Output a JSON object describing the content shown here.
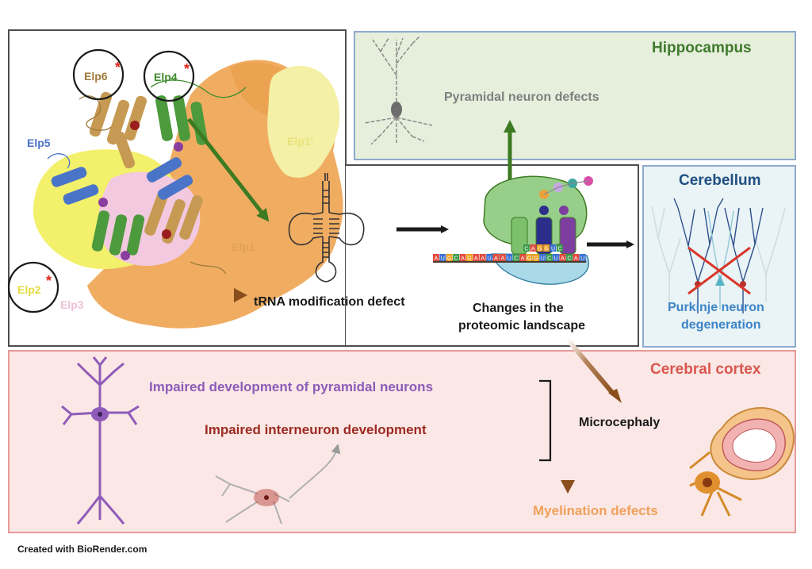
{
  "colors": {
    "hippocampus_bg": "#e6efdc",
    "hippocampus_border": "#8fa9cf",
    "hippocampus_title": "#3f7a2c",
    "cerebellum_bg": "#eaf3f5",
    "cerebellum_border": "#8fa9cf",
    "cerebellum_title": "#1f4f82",
    "purkinje_text": "#3b84c7",
    "cortex_bg": "#fbe7e6",
    "cortex_border": "#e59a98",
    "cortex_title": "#d9574f",
    "pyramidal_dev_text": "#8e5cb8",
    "interneuron_text": "#9c2b21",
    "myelination_text": "#f0a15a",
    "elp_orange": "#f0ad62",
    "elp_yellow": "#f3f06b",
    "elp_pink": "#f2c9de",
    "elp_green": "#4c9a3c",
    "elp_tan": "#c69a52",
    "elp_blue": "#4a74c8",
    "arrow_green": "#3d7a22",
    "arrow_brown": "#9a5620",
    "asterisk_red": "#e0261c"
  },
  "elongator": {
    "subunits": [
      {
        "label": "Elp6",
        "asterisk": "*",
        "color": "#a07a3c",
        "circled": true
      },
      {
        "label": "Elp4",
        "asterisk": "*",
        "color": "#3f8c2e",
        "circled": true
      },
      {
        "label": "Elp5",
        "asterisk": "",
        "color": "#4a74c8",
        "circled": false
      },
      {
        "label": "Elp1",
        "asterisk": "",
        "color": "#e3a152",
        "circled": false
      },
      {
        "label": "Elp1'",
        "asterisk": "",
        "color": "#e8e27a",
        "circled": false
      },
      {
        "label": "Elp2",
        "asterisk": "*",
        "color": "#e6dc42",
        "circled": true
      },
      {
        "label": "Elp3",
        "asterisk": "",
        "color": "#efbfd8",
        "circled": false
      }
    ]
  },
  "flow": {
    "trna_defect": "tRNA modification defect",
    "proteome_line1": "Changes in the",
    "proteome_line2": "proteomic landscape",
    "mrna_sequence": "AUGCAGAAUAAUCAGGUCUACAU",
    "codon": "CAGGUC"
  },
  "hippocampus": {
    "title": "Hippocampus",
    "defect": "Pyramidal neuron defects"
  },
  "cerebellum": {
    "title": "Cerebellum",
    "defect_line1": "Purkinje neuron",
    "defect_line2": "degeneration"
  },
  "cortex": {
    "title": "Cerebral cortex",
    "pyramidal_dev": "Impaired development of pyramidal neurons",
    "interneuron_dev": "Impaired interneuron development",
    "microcephaly": "Microcephaly",
    "myelination": "Myelination defects"
  },
  "footer": {
    "credit": "Created with BioRender.com"
  }
}
